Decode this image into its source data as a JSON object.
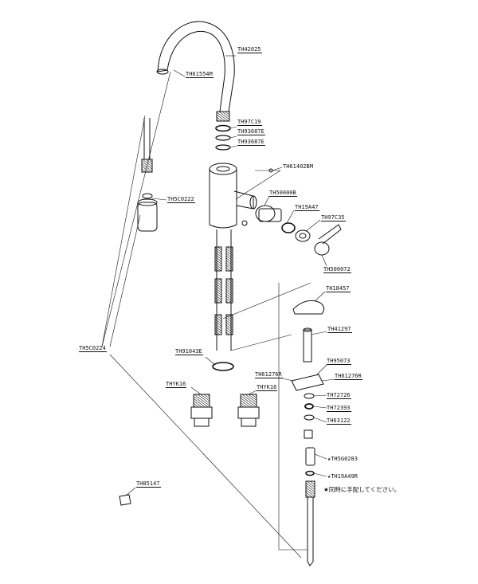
{
  "parts": [
    {
      "id": "p-TH42025",
      "code": "TH42025"
    },
    {
      "id": "p-TH61554M",
      "code": "TH61554M"
    },
    {
      "id": "p-TH97C19",
      "code": "TH97C19"
    },
    {
      "id": "p-TH93687E-1",
      "code": "TH93687E"
    },
    {
      "id": "p-TH93687E-2",
      "code": "TH93687E"
    },
    {
      "id": "p-TH61402BM",
      "code": "TH61402BM"
    },
    {
      "id": "p-TH5C0222",
      "code": "TH5C0222"
    },
    {
      "id": "p-TH50000B",
      "code": "TH50000B"
    },
    {
      "id": "p-TH19A47",
      "code": "TH19A47"
    },
    {
      "id": "p-TH97C35",
      "code": "TH97C35"
    },
    {
      "id": "p-TH500072",
      "code": "TH500072"
    },
    {
      "id": "p-TH18457",
      "code": "TH18457"
    },
    {
      "id": "p-TH41297",
      "code": "TH41297"
    },
    {
      "id": "p-TH5C0224",
      "code": "TH5C0224"
    },
    {
      "id": "p-TH91043E",
      "code": "TH91043E"
    },
    {
      "id": "p-TH95073",
      "code": "TH95073"
    },
    {
      "id": "p-TH61276R-1",
      "code": "TH61276R"
    },
    {
      "id": "p-TH61276R-2",
      "code": "TH61276R"
    },
    {
      "id": "p-THYK16-1",
      "code": "THYK16"
    },
    {
      "id": "p-THYK16-2",
      "code": "THYK16"
    },
    {
      "id": "p-TH72726",
      "code": "TH72726"
    },
    {
      "id": "p-TH72393",
      "code": "TH72393"
    },
    {
      "id": "p-TH63122",
      "code": "TH63122"
    },
    {
      "id": "p-TH5G0283",
      "code": "★TH5G0283"
    },
    {
      "id": "p-TH19A49R",
      "code": "★TH19A49R"
    },
    {
      "id": "p-TH85147",
      "code": "TH85147"
    }
  ],
  "note": "★同時に手配してください。",
  "colors": {
    "line": "#111111",
    "background": "#ffffff"
  }
}
